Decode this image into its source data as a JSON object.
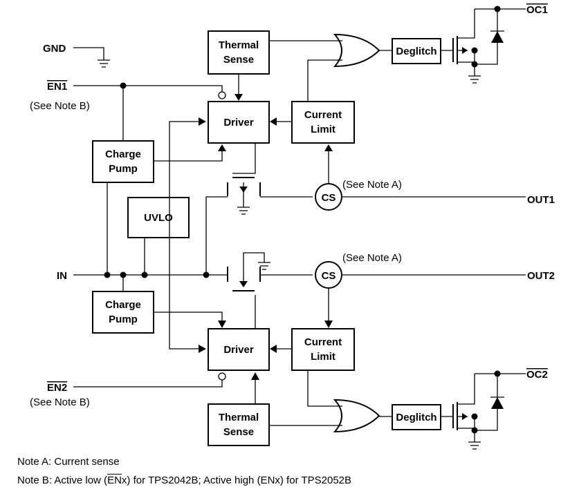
{
  "blocks": {
    "thermal_top": [
      "Thermal",
      "Sense"
    ],
    "thermal_bottom": [
      "Thermal",
      "Sense"
    ],
    "driver_top": "Driver",
    "driver_bottom": "Driver",
    "current_limit_top": [
      "Current",
      "Limit"
    ],
    "current_limit_bottom": [
      "Current",
      "Limit"
    ],
    "charge_pump_top": [
      "Charge",
      "Pump"
    ],
    "charge_pump_bottom": [
      "Charge",
      "Pump"
    ],
    "uvlo": "UVLO",
    "deglitch_top": "Deglitch",
    "deglitch_bottom": "Deglitch",
    "cs_top": "CS",
    "cs_bottom": "CS"
  },
  "pins": {
    "gnd": "GND",
    "en1": "EN1",
    "en2": "EN2",
    "in": "IN",
    "out1": "OUT1",
    "out2": "OUT2",
    "oc1": "OC1",
    "oc2": "OC2"
  },
  "annotations": {
    "see_note_b": "(See Note B)",
    "see_note_a": "(See Note A)"
  },
  "notes": {
    "note_a": "Note A: Current sense",
    "note_b_prefix": "Note B: Active low (",
    "note_b_overlined": "EN",
    "note_b_x": "x",
    "note_b_suffix": ") for TPS2042B; Active high (ENx) for TPS2052B"
  }
}
